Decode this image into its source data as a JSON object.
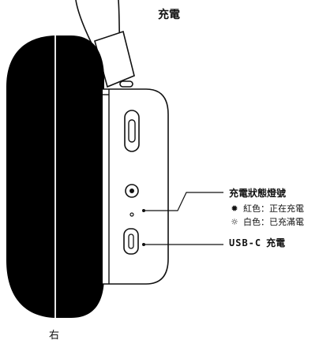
{
  "title": "充電",
  "led": {
    "title": "充電狀態燈號",
    "red_icon": "sun-filled-icon",
    "red_text": "紅色：正在充電",
    "white_icon": "sun-outline-icon",
    "white_text": "白色：已充滿電"
  },
  "usb": {
    "port": "USB-C",
    "label": "充電"
  },
  "side": "右",
  "colors": {
    "ink": "#111111",
    "earcup": "#000000",
    "background": "#ffffff"
  }
}
